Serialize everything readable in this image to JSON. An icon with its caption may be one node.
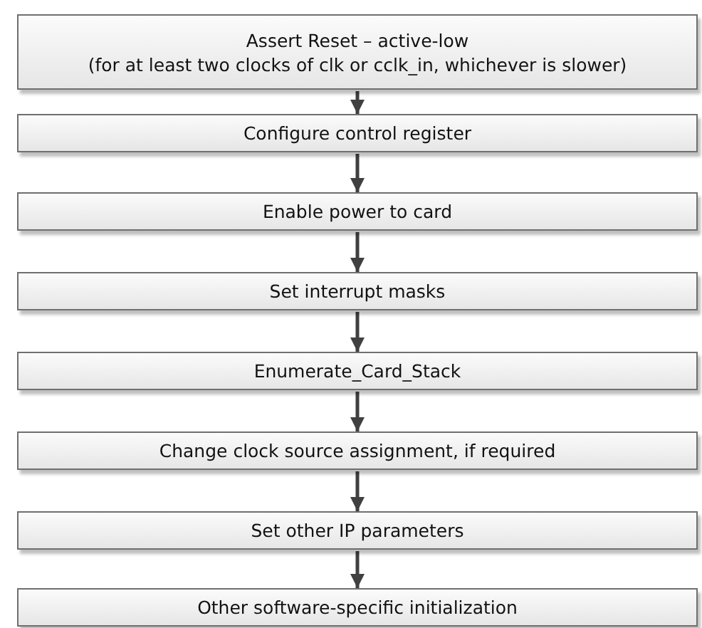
{
  "diagram": {
    "nodes": [
      {
        "text": [
          "Assert Reset – active-low",
          "(for at least two clocks of clk or cclk_in, whichever is slower)"
        ]
      },
      {
        "text": [
          "Configure control register"
        ]
      },
      {
        "text": [
          "Enable power to card"
        ]
      },
      {
        "text": [
          "Set interrupt masks"
        ]
      },
      {
        "text": [
          "Enumerate_Card_Stack"
        ]
      },
      {
        "text": [
          "Change clock source assignment, if required"
        ]
      },
      {
        "text": [
          "Set other IP parameters"
        ]
      },
      {
        "text": [
          "Other software-specific initialization"
        ]
      }
    ],
    "edges": [
      {
        "from": 0,
        "to": 1,
        "arrow": "to"
      },
      {
        "from": 1,
        "to": 2,
        "arrow": "to"
      },
      {
        "from": 2,
        "to": 3,
        "arrow": "to"
      },
      {
        "from": 3,
        "to": 4,
        "arrow": "to"
      },
      {
        "from": 4,
        "to": 5,
        "arrow": "to"
      },
      {
        "from": 5,
        "to": 6,
        "arrow": "to"
      },
      {
        "from": 6,
        "to": 7,
        "arrow": "to"
      }
    ]
  }
}
